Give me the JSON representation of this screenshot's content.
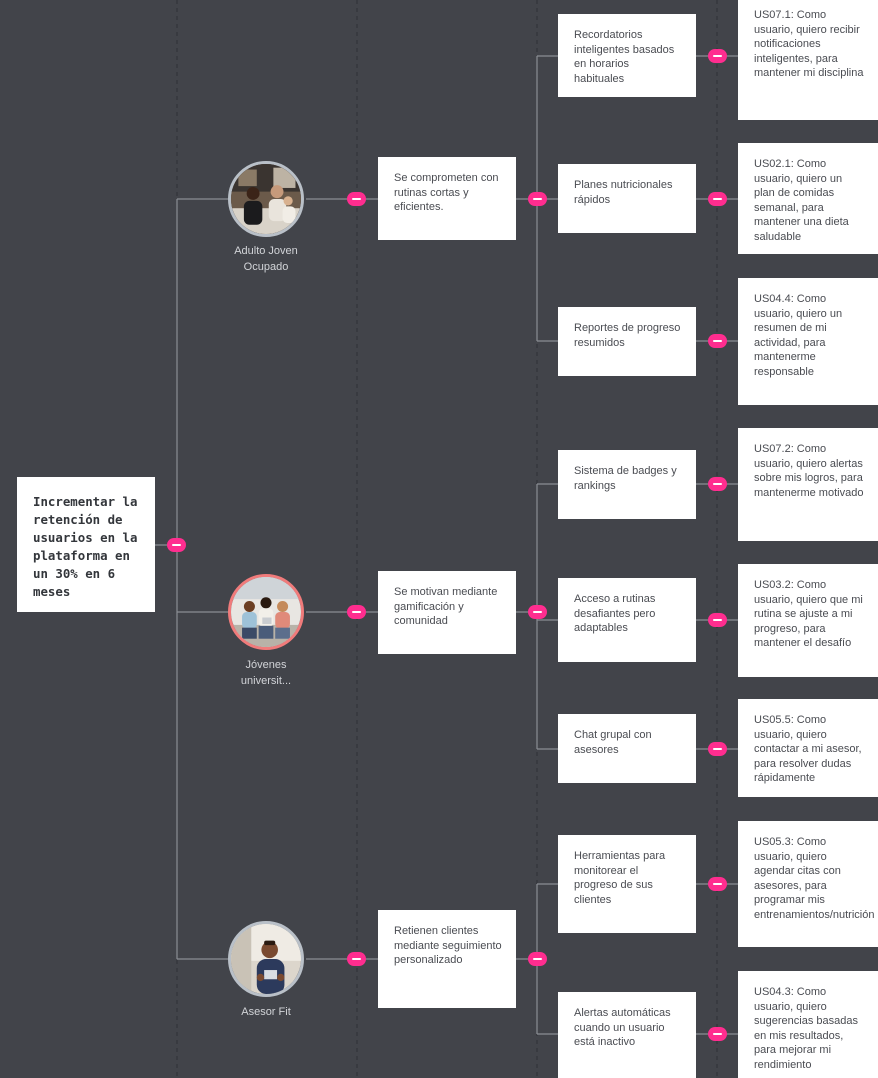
{
  "goal": {
    "text": "Incrementar la retención de usuarios en la plataforma en un 30% en 6 meses"
  },
  "personas": [
    {
      "name": "Adulto Joven\nOcupado",
      "image_icon": "group-office-photo",
      "behavior": "Se comprometen con rutinas cortas y eficientes.",
      "features": [
        {
          "text": "Recordatorios inteligentes basados en horarios habituales",
          "story": "US07.1: Como usuario, quiero recibir notificaciones inteligentes, para mantener mi disciplina"
        },
        {
          "text": "Planes nutricionales rápidos",
          "story": "US02.1: Como usuario, quiero un plan de comidas semanal, para mantener una dieta saludable"
        },
        {
          "text": "Reportes de progreso resumidos",
          "story": "US04.4: Como usuario, quiero un resumen de mi actividad, para mantenerme responsable"
        }
      ]
    },
    {
      "name": "Jóvenes\nuniversit...",
      "image_icon": "students-group-photo",
      "behavior": "Se motivan mediante gamificación y comunidad",
      "features": [
        {
          "text": "Sistema de badges y rankings",
          "story": "US07.2: Como usuario, quiero alertas sobre mis logros, para mantenerme motivado"
        },
        {
          "text": "Acceso a rutinas desafiantes pero adaptables",
          "story": "US03.2: Como usuario, quiero que mi rutina se ajuste a mi progreso, para mantener el desafío"
        },
        {
          "text": "Chat grupal con asesores",
          "story": "US05.5: Como usuario, quiero contactar a mi asesor, para resolver dudas rápidamente"
        }
      ]
    },
    {
      "name": "Asesor Fit",
      "image_icon": "trainer-photo",
      "behavior": "Retienen clientes mediante seguimiento personalizado",
      "features": [
        {
          "text": "Herramientas para monitorear el progreso de sus clientes",
          "story": "US05.3: Como usuario, quiero agendar citas con asesores, para programar mis entrenamientos/nutrición"
        },
        {
          "text": "Alertas automáticas cuando un usuario está inactivo",
          "story": "US04.3: Como usuario, quiero sugerencias basadas en mis resultados, para mejorar mi rendimiento"
        }
      ]
    }
  ],
  "colors": {
    "background": "#42444a",
    "toggle": "#ff2d8f",
    "connector": "#8a8d93"
  }
}
